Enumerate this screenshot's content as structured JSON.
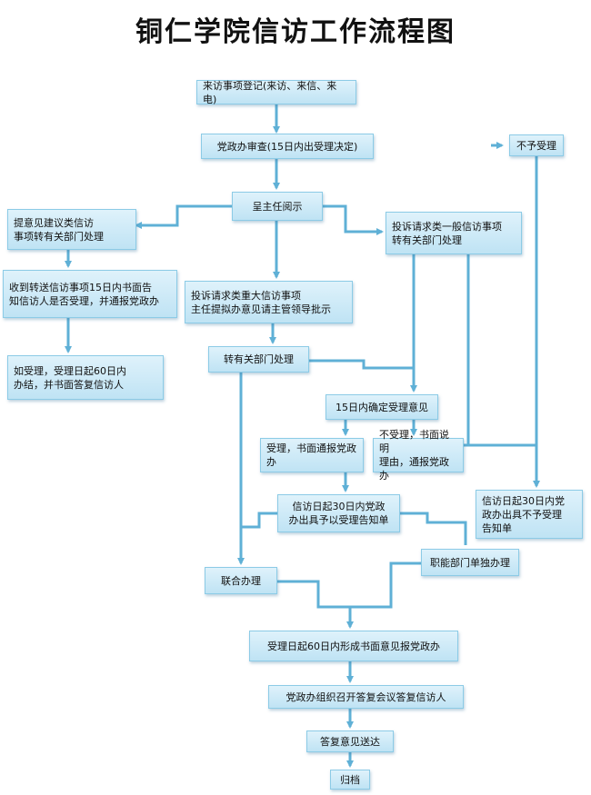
{
  "title": "铜仁学院信访工作流程图",
  "nodes": {
    "register": "来访事项登记(来访、来信、来电)",
    "review": "党政办审查(15日内出受理决定)",
    "reject": "不予受理",
    "director": "呈主任阅示",
    "suggestion": "提意见建议类信访\n事项转有关部门处理",
    "general": "投诉请求类一般信访事项\n转有关部门处理",
    "notify15": "收到转送信访事项15日内书面告\n知信访人是否受理，并通报党政办",
    "major": "投诉请求类重大信访事项\n主任提拟办意见请主管领导批示",
    "accept60": "如受理，受理日起60日内\n办结，并书面答复信访人",
    "transfer": "转有关部门处理",
    "decide15": "15日内确定受理意见",
    "accepted": "受理，书面通报党政办",
    "notaccepted": "不受理，书面说明\n理由，通报党政办",
    "notice30": "信访日起30日内党政\n办出具予以受理告知单",
    "notice30no": "信访日起30日内党\n政办出具不予受理\n告知单",
    "joint": "联合办理",
    "single": "职能部门单独办理",
    "opinion60": "受理日起60日内形成书面意见报党政办",
    "meeting": "党政办组织召开答复会议答复信访人",
    "deliver": "答复意见送达",
    "archive": "归档"
  },
  "colors": {
    "line": "#5fb0d6",
    "box_top": "#dff2fb",
    "box_bottom": "#bfe3f4",
    "border": "#8ccbe6"
  }
}
